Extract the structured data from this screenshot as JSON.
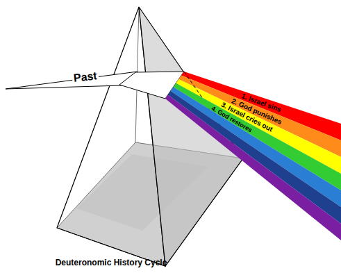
{
  "diagram": {
    "caption": "Deuteronomic History Cycle",
    "labels": [
      "Past",
      "1. Israel sins",
      "2. God punishes",
      "3. Israel cries out",
      "4. God restores"
    ]
  }
}
